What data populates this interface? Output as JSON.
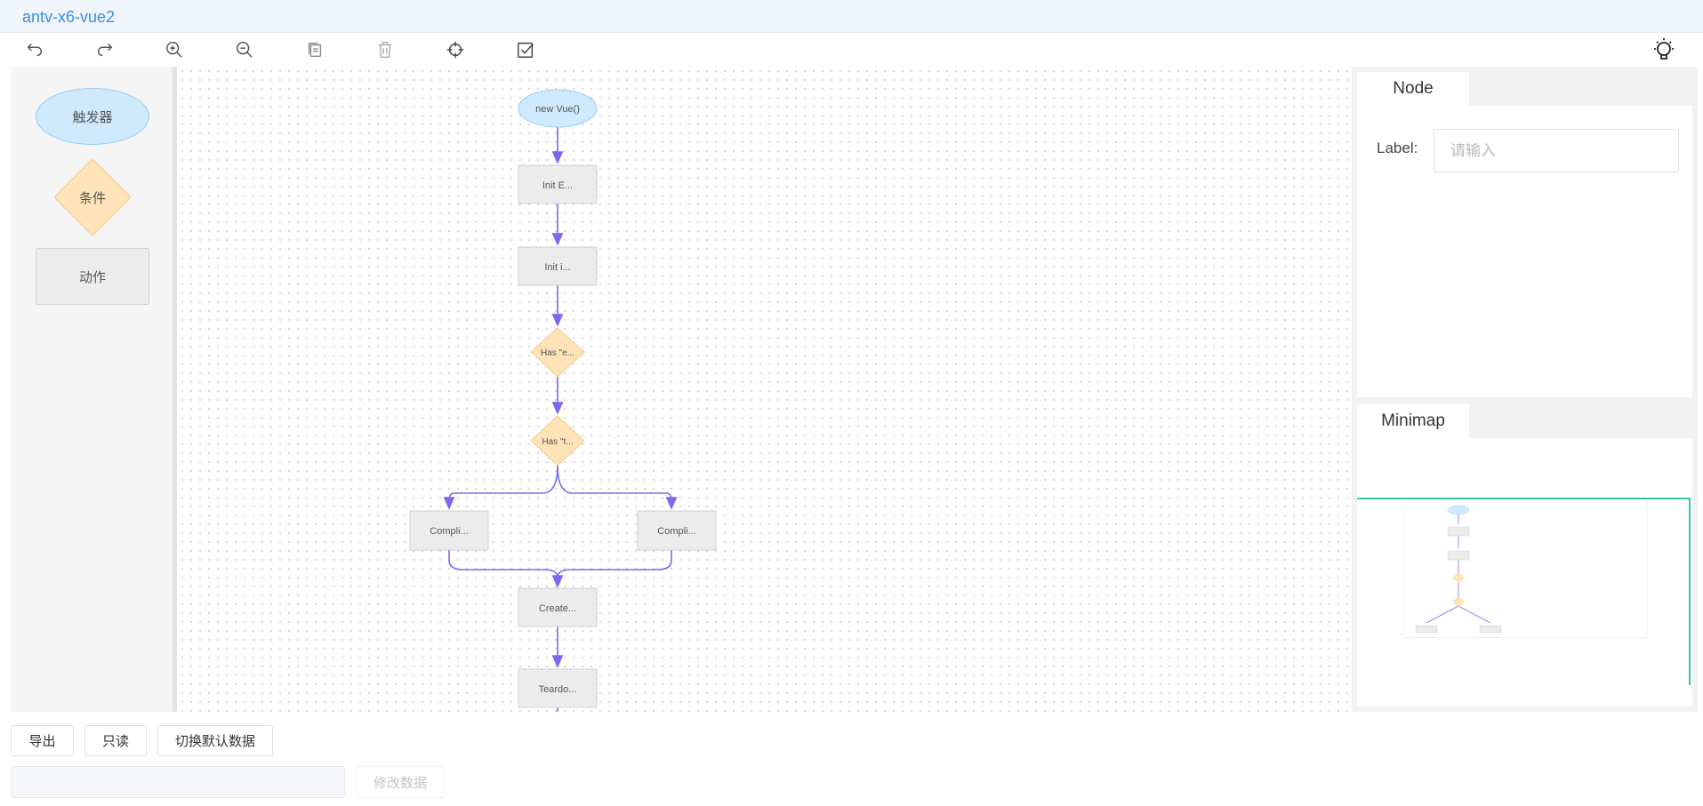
{
  "header": {
    "title": "antv-x6-vue2"
  },
  "toolbar": {
    "items": [
      {
        "name": "undo-button",
        "icon": "undo-icon"
      },
      {
        "name": "redo-button",
        "icon": "redo-icon"
      },
      {
        "name": "zoom-in-button",
        "icon": "zoom-in-icon"
      },
      {
        "name": "zoom-out-button",
        "icon": "zoom-out-icon"
      },
      {
        "name": "copy-button",
        "icon": "copy-icon"
      },
      {
        "name": "delete-button",
        "icon": "trash-icon"
      },
      {
        "name": "center-button",
        "icon": "crosshair-icon"
      },
      {
        "name": "select-button",
        "icon": "checkbox-icon"
      }
    ],
    "theme_icon": "lightbulb-icon"
  },
  "stencil": {
    "trigger_label": "触发器",
    "condition_label": "条件",
    "action_label": "动作"
  },
  "graph": {
    "nodes": {
      "n1": "new Vue()",
      "n2": "Init E...",
      "n3": "Init i...",
      "n4": "Has \"e...",
      "n5": "Has \"t...",
      "n6": "Compli...",
      "n7": "Compli...",
      "n8": "Create...",
      "n9": "Teardo..."
    },
    "edge_color": "#7b68ee"
  },
  "node_panel": {
    "tab_label": "Node",
    "field_label": "Label:",
    "field_placeholder": "请输入",
    "field_value": ""
  },
  "minimap_panel": {
    "tab_label": "Minimap"
  },
  "actions": {
    "export_label": "导出",
    "readonly_label": "只读",
    "toggle_data_label": "切换默认数据",
    "modify_label": "修改数据",
    "data_value": ""
  },
  "colors": {
    "title": "#3a8ee6",
    "trigger_fill": "#cfe9fd",
    "condition_fill": "#fde3b7",
    "action_fill": "#ececec",
    "minimap_border": "#36c2a8"
  }
}
